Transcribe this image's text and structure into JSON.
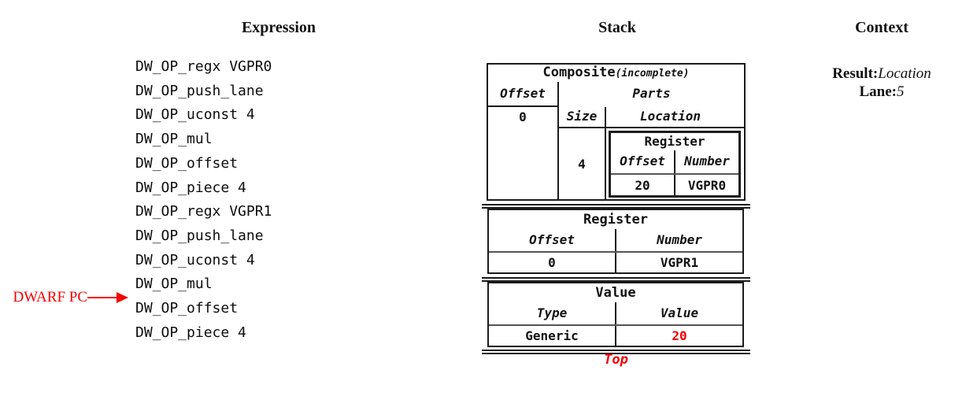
{
  "colors": {
    "accent_red": "#f40000",
    "border": "#1c1c1c",
    "background": "#ffffff"
  },
  "columns": {
    "expression_title": "Expression",
    "stack_title": "Stack",
    "context_title": "Context"
  },
  "expression": {
    "items": [
      "DW_OP_regx VGPR0",
      "DW_OP_push_lane",
      "DW_OP_uconst 4",
      "DW_OP_mul",
      "DW_OP_offset",
      "DW_OP_piece 4",
      "DW_OP_regx VGPR1",
      "DW_OP_push_lane",
      "DW_OP_uconst 4",
      "DW_OP_mul",
      "DW_OP_offset",
      "DW_OP_piece 4"
    ],
    "pc_label": "DWARF PC",
    "pc_points_to_index": 10
  },
  "stack": {
    "composite": {
      "title": "Composite",
      "title_suffix": "(incomplete)",
      "offset_header": "Offset",
      "offset_value": "0",
      "parts_header": "Parts",
      "size_header": "Size",
      "location_header": "Location",
      "size_value": "4",
      "register": {
        "title": "Register",
        "offset_header": "Offset",
        "number_header": "Number",
        "offset_value": "20",
        "number_value": "VGPR0"
      }
    },
    "register": {
      "title": "Register",
      "offset_header": "Offset",
      "number_header": "Number",
      "offset_value": "0",
      "number_value": "VGPR1"
    },
    "value": {
      "title": "Value",
      "type_header": "Type",
      "value_header": "Value",
      "type_value": "Generic",
      "value_value": "20"
    },
    "top_label": "Top"
  },
  "context": {
    "result_label": "Result:",
    "result_value": "Location",
    "lane_label": "Lane:",
    "lane_value": "5"
  }
}
